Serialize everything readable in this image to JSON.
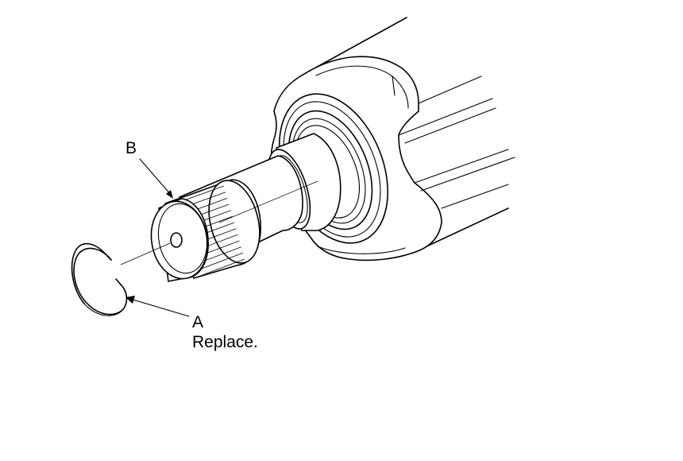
{
  "labels": {
    "a": "A",
    "a_note": "Replace.",
    "b": "B"
  },
  "colors": {
    "line": "#000000",
    "background": "#ffffff"
  }
}
